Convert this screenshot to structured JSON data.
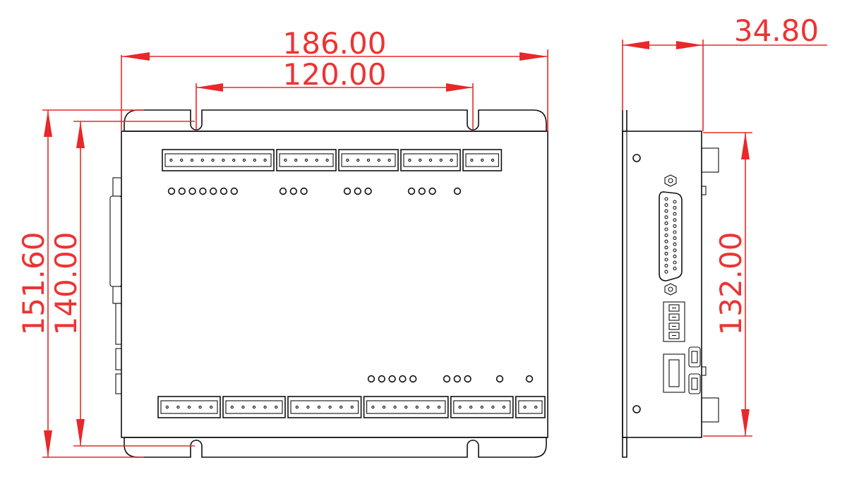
{
  "dimensions": {
    "overall_width": "186.00",
    "slot_spacing": "120.00",
    "overall_height": "151.60",
    "body_height": "140.00",
    "side_depth": "34.80",
    "side_height": "132.00"
  },
  "colors": {
    "dimension": "#e8282a",
    "outline": "#111111"
  },
  "front_view": {
    "top_terminal_blocks": [
      10,
      5,
      5,
      5,
      3
    ],
    "bottom_terminal_blocks": [
      5,
      5,
      6,
      7,
      5,
      2
    ],
    "top_led_groups": [
      7,
      3,
      3,
      3,
      1
    ],
    "bottom_led_groups": [
      5,
      3,
      1,
      1
    ]
  }
}
